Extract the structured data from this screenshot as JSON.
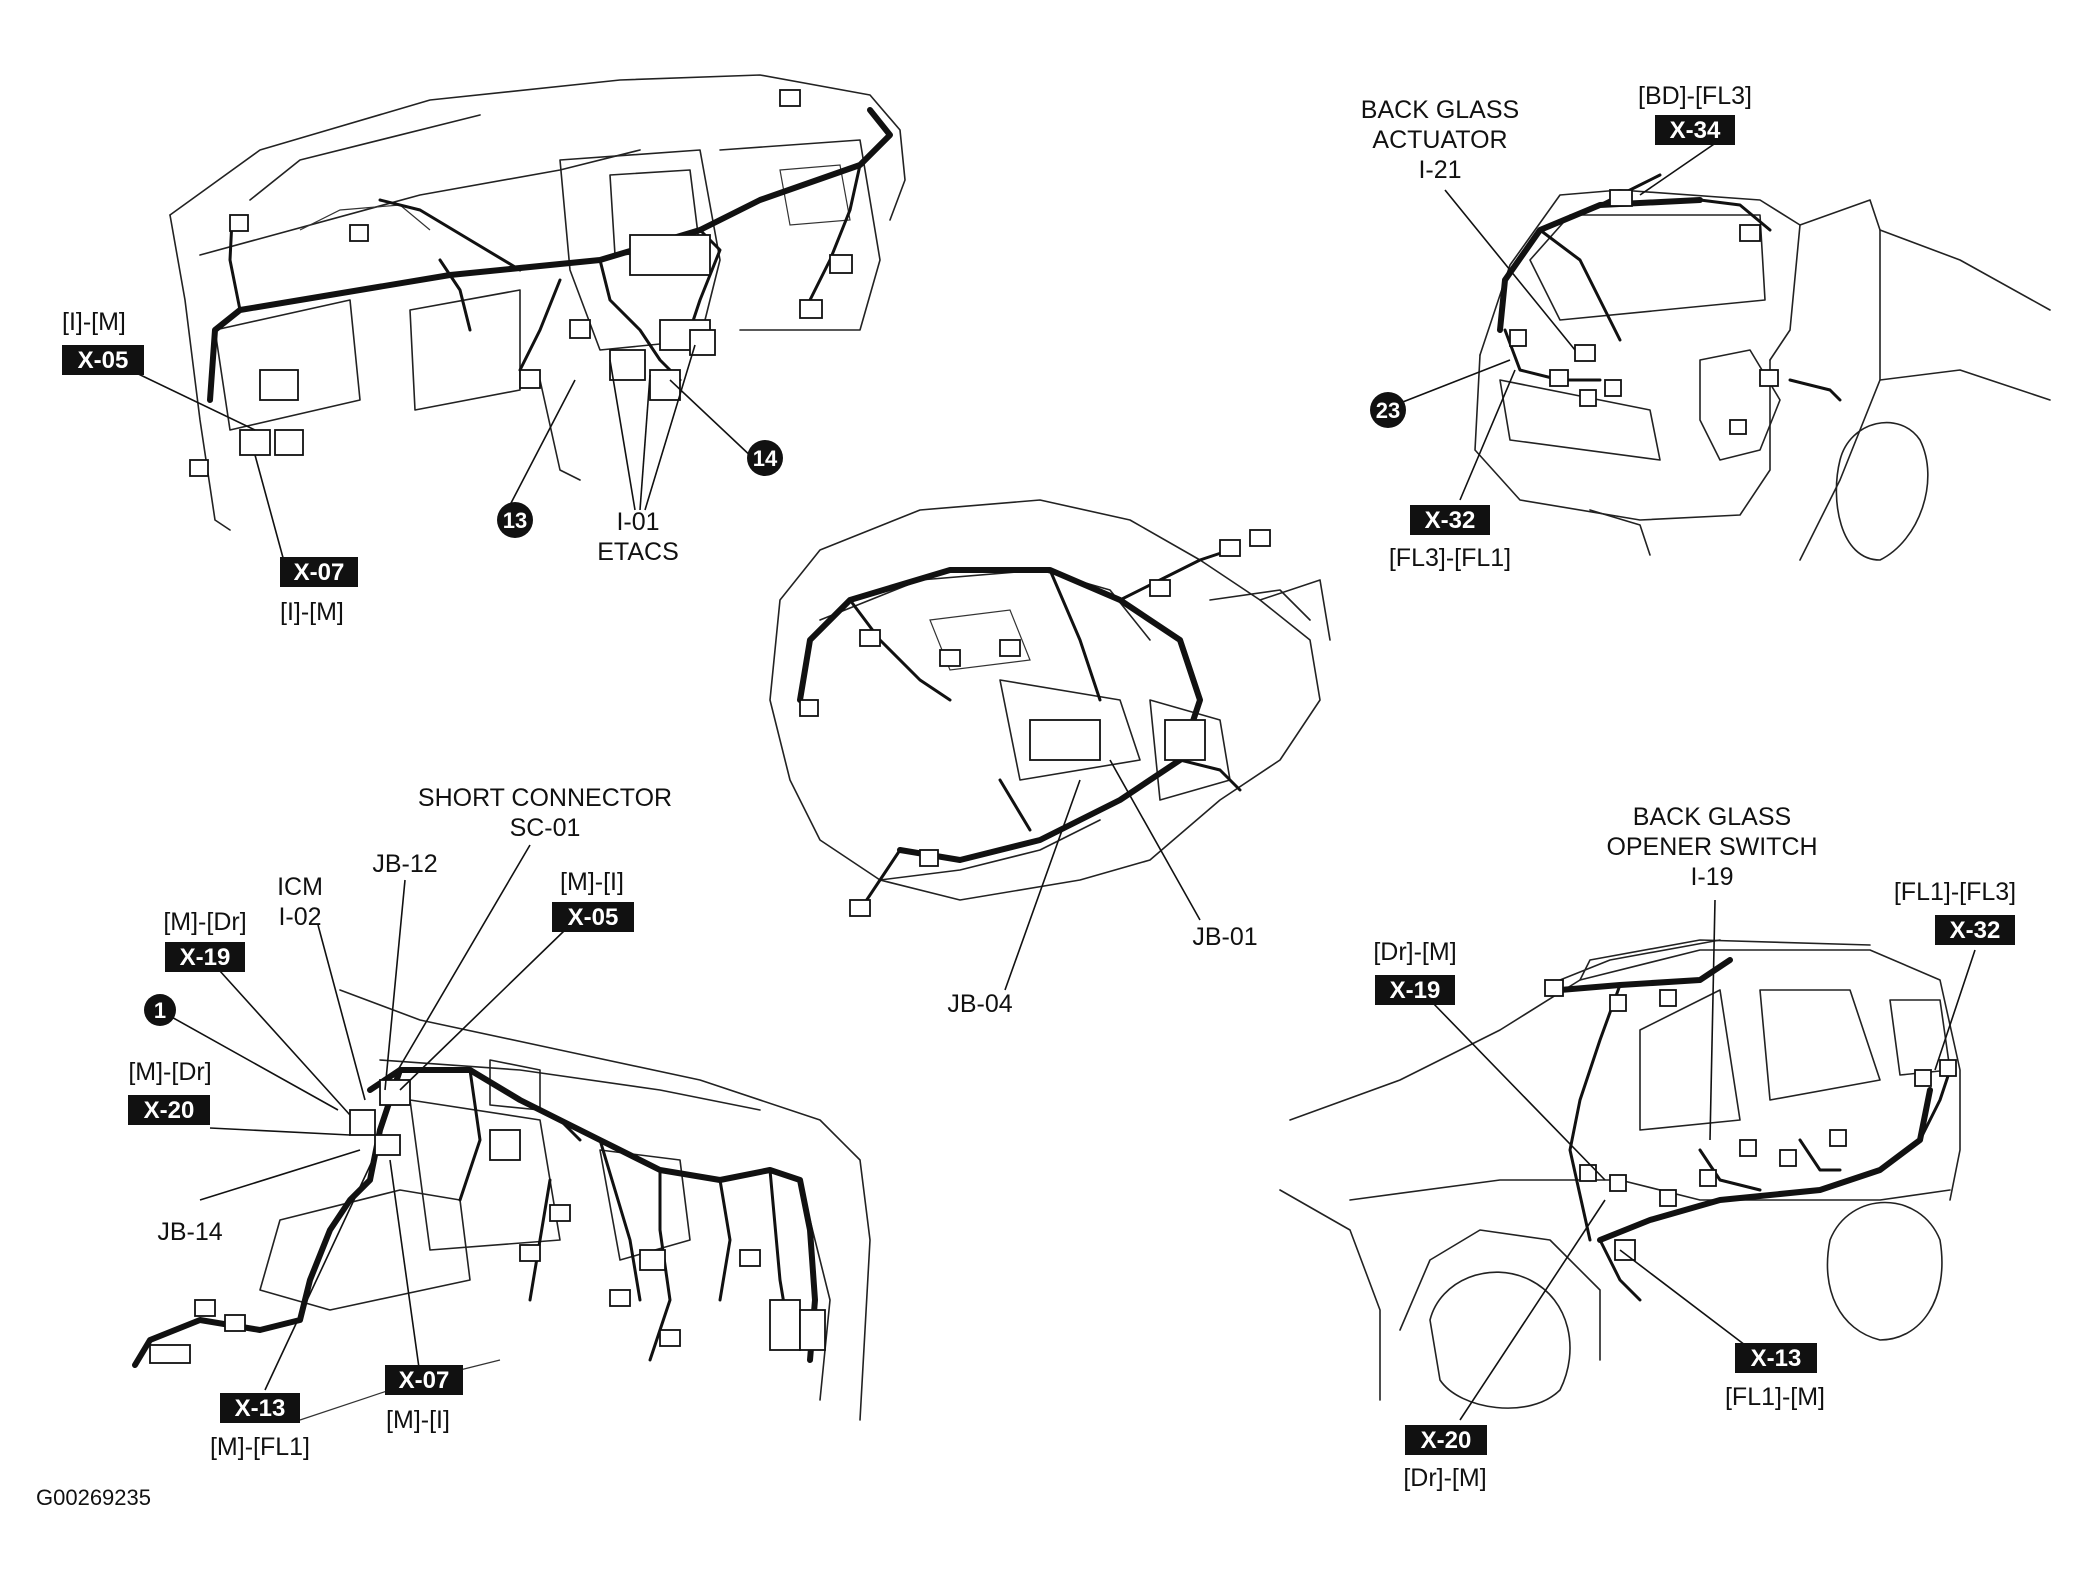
{
  "labels": {
    "x05_top_code": "[I]-[M]",
    "x05_top_tag": "X-05",
    "x07_top_tag": "X-07",
    "x07_top_code": "[I]-[M]",
    "num_13": "13",
    "num_14": "14",
    "i01": "I-01",
    "etacs": "ETACS",
    "back_glass_actuator_1": "BACK GLASS",
    "back_glass_actuator_2": "ACTUATOR",
    "back_glass_actuator_3": "I-21",
    "x34_code": "[BD]-[FL3]",
    "x34_tag": "X-34",
    "num_23": "23",
    "x32_rear_tag": "X-32",
    "x32_rear_code": "[FL3]-[FL1]",
    "jb01": "JB-01",
    "jb04": "JB-04",
    "short_conn_1": "SHORT CONNECTOR",
    "short_conn_2": "SC-01",
    "icm_1": "ICM",
    "icm_2": "I-02",
    "jb12": "JB-12",
    "x05_bottom_code": "[M]-[I]",
    "x05_bottom_tag": "X-05",
    "x19_left_code": "[M]-[Dr]",
    "x19_left_tag": "X-19",
    "num_1": "1",
    "x20_left_code": "[M]-[Dr]",
    "x20_left_tag": "X-20",
    "jb14": "JB-14",
    "x13_left_tag": "X-13",
    "x13_left_code": "[M]-[FL1]",
    "x07_bottom_tag": "X-07",
    "x07_bottom_code": "[M]-[I]",
    "opener_1": "BACK GLASS",
    "opener_2": "OPENER SWITCH",
    "opener_3": "I-19",
    "x32_right_code": "[FL1]-[FL3]",
    "x32_right_tag": "X-32",
    "x19_right_code": "[Dr]-[M]",
    "x19_right_tag": "X-19",
    "x13_right_tag": "X-13",
    "x13_right_code": "[FL1]-[M]",
    "x20_right_tag": "X-20",
    "x20_right_code": "[Dr]-[M]",
    "footer_id": "G00269235"
  }
}
